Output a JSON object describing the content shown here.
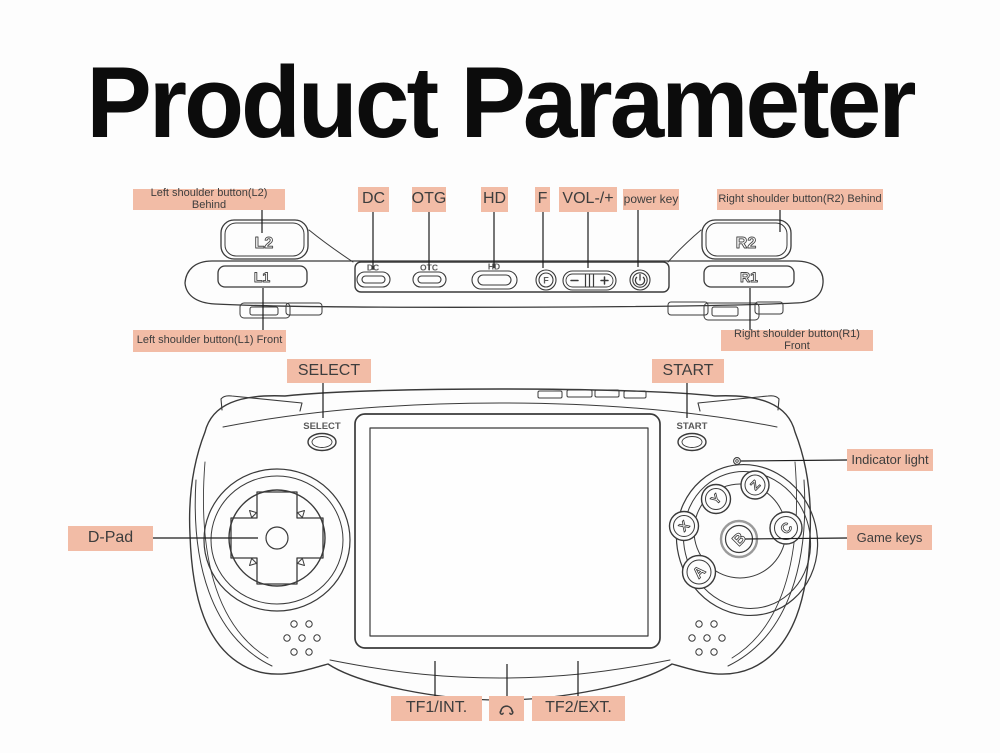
{
  "title": "Product Parameter",
  "colors": {
    "label_bg": "#f2bca6",
    "label_text": "#3d3d3d",
    "line_art": "#3a3a3a"
  },
  "top_view": {
    "callouts": {
      "l2_behind": "Left shoulder button(L2) Behind",
      "dc": "DC",
      "otg": "OTG",
      "hd": "HD",
      "f": "F",
      "vol": "VOL-/+",
      "power_key": "power key",
      "r2_behind": "Right shoulder button(R2) Behind",
      "l1_front": "Left shoulder button(L1) Front",
      "r1_front": "Right shoulder button(R1) Front"
    },
    "engravings": {
      "l2": "L2",
      "l1": "L1",
      "r2": "R2",
      "r1": "R1",
      "dc": "DC",
      "otg": "OTC",
      "hd": "HD",
      "f": "F",
      "minus": "-",
      "plus": "+"
    }
  },
  "front_view": {
    "callouts": {
      "select": "SELECT",
      "start": "START",
      "indicator_light": "Indicator light",
      "dpad": "D-Pad",
      "game_keys": "Game keys"
    },
    "engravings": {
      "select": "SELECT",
      "start": "START"
    },
    "buttons": {
      "x": "X",
      "y": "Y",
      "z": "Z",
      "a": "A",
      "b": "B",
      "c": "C"
    }
  },
  "bottom": {
    "tf1": "TF1/INT.",
    "headphone_icon": "headphone-icon",
    "tf2": "TF2/EXT."
  }
}
